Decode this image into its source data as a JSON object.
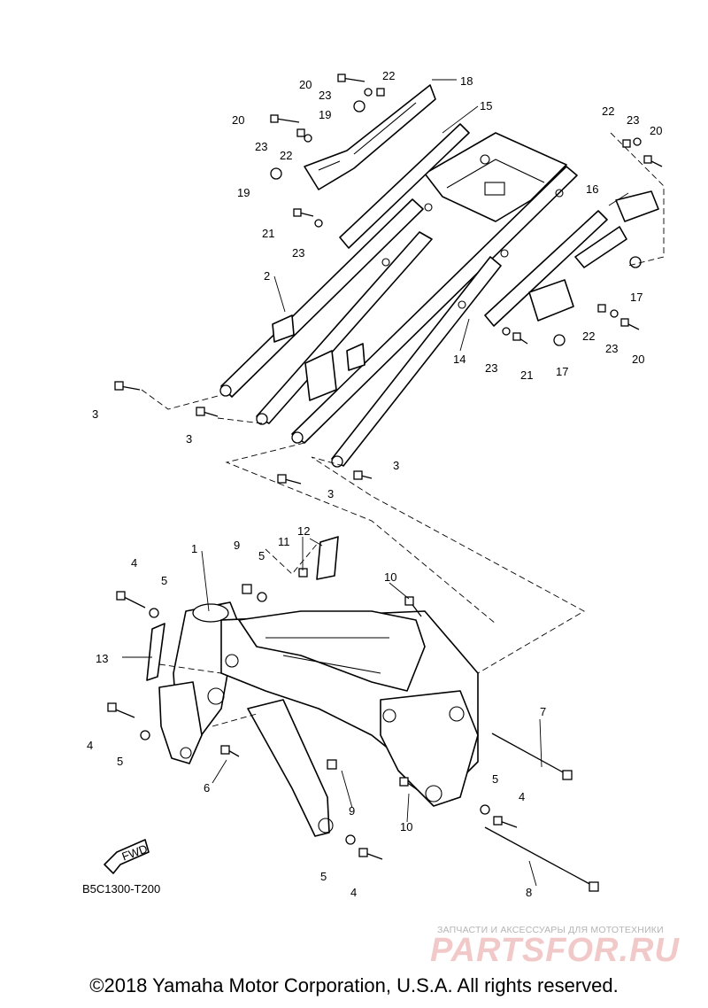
{
  "diagram": {
    "code": "B5C1300-T200",
    "fwd_label": "FWD",
    "copyright": "©2018 Yamaha Motor Corporation, U.S.A. All rights reserved.",
    "watermark": {
      "tagline": "ЗАПЧАСТИ И АКСЕССУАРЫ ДЛЯ МОТОТЕХНИКИ",
      "logo": "PARTSFOR.RU"
    },
    "callouts": {
      "c20a": "20",
      "c22a": "22",
      "c18": "18",
      "c23a": "23",
      "c19a": "19",
      "c15": "15",
      "c20b": "20",
      "c23b": "23",
      "c22b": "22",
      "c19b": "19",
      "c21a": "21",
      "c23c": "23",
      "c22c": "22",
      "c23d": "23",
      "c20c": "20",
      "c16": "16",
      "c17a": "17",
      "c22d": "22",
      "c23e": "23",
      "c20d": "20",
      "c17b": "17",
      "c21b": "21",
      "c23f": "23",
      "c14": "14",
      "c2": "2",
      "c3a": "3",
      "c3b": "3",
      "c3c": "3",
      "c3d": "3",
      "c4a": "4",
      "c5a": "5",
      "c1": "1",
      "c9a": "9",
      "c5b": "5",
      "c11": "11",
      "c12": "12",
      "c10a": "10",
      "c13": "13",
      "c4b": "4",
      "c5c": "5",
      "c6": "6",
      "c7": "7",
      "c9b": "9",
      "c10b": "10",
      "c5d": "5",
      "c4c": "4",
      "c5e": "5",
      "c4d": "4",
      "c8": "8"
    }
  }
}
